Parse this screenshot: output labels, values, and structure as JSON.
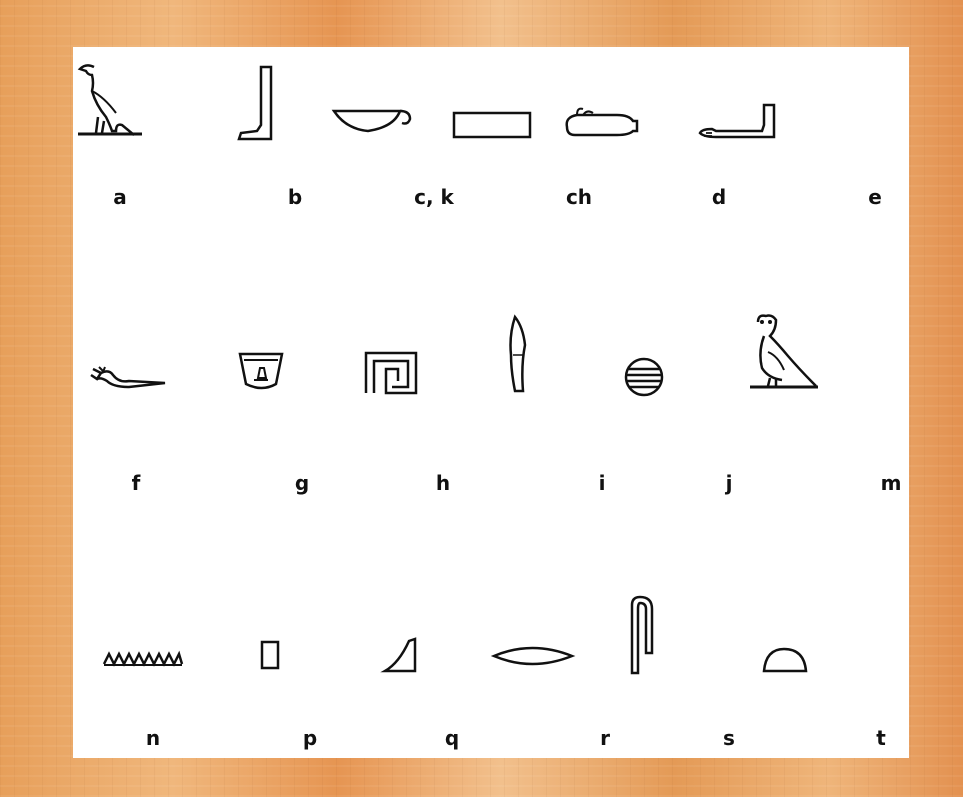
{
  "labels": {
    "a": "a",
    "b": "b",
    "ck": "c, k",
    "ch": "ch",
    "d": "d",
    "e": "e",
    "f": "f",
    "g": "g",
    "h": "h",
    "i": "i",
    "j": "j",
    "m": "m",
    "n": "n",
    "p": "p",
    "q": "q",
    "r": "r",
    "s": "s",
    "t": "t"
  },
  "colors": {
    "frame": "#e79f5a",
    "panel": "#ffffff",
    "ink": "#111111"
  },
  "icons": [
    "vulture-icon",
    "leg-icon",
    "basket-icon",
    "stool-icon",
    "jar-icon",
    "arm-hand-icon",
    "horned-viper-icon",
    "jar-stand-icon",
    "twisted-flax-icon",
    "reed-leaf-icon",
    "sieve-icon",
    "owl-icon",
    "water-ripple-icon",
    "mat-icon",
    "hill-slope-icon",
    "mouth-icon",
    "folded-cloth-icon",
    "bread-loaf-icon"
  ]
}
